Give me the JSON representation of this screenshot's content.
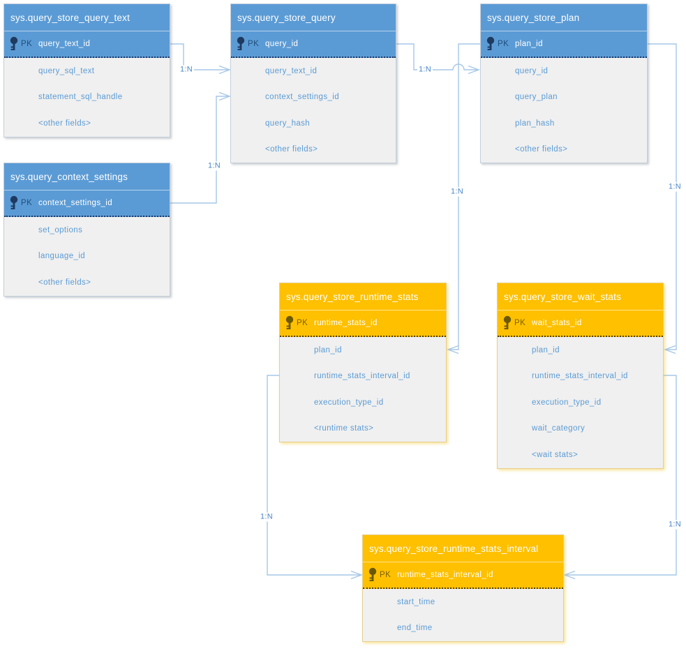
{
  "entities": [
    {
      "title": "sys.query_store_query_text",
      "theme": "blue",
      "pk": {
        "badge": "PK",
        "field": "query_text_id"
      },
      "fields": [
        "query_sql_text",
        "statement_sql_handle",
        "<other fields>"
      ]
    },
    {
      "title": "sys.query_store_query",
      "theme": "blue",
      "pk": {
        "badge": "PK",
        "field": "query_id"
      },
      "fields": [
        "query_text_id",
        "context_settings_id",
        "query_hash",
        "<other fields>"
      ]
    },
    {
      "title": "sys.query_store_plan",
      "theme": "blue",
      "pk": {
        "badge": "PK",
        "field": "plan_id"
      },
      "fields": [
        "query_id",
        "query_plan",
        "plan_hash",
        "<other fields>"
      ]
    },
    {
      "title": "sys.query_context_settings",
      "theme": "blue",
      "pk": {
        "badge": "PK",
        "field": "context_settings_id"
      },
      "fields": [
        "set_options",
        "language_id",
        "<other fields>"
      ]
    },
    {
      "title": "sys.query_store_runtime_stats",
      "theme": "orange",
      "pk": {
        "badge": "PK",
        "field": "runtime_stats_id"
      },
      "fields": [
        "plan_id",
        "runtime_stats_interval_id",
        "execution_type_id",
        "<runtime stats>"
      ]
    },
    {
      "title": "sys.query_store_wait_stats",
      "theme": "orange",
      "pk": {
        "badge": "PK",
        "field": "wait_stats_id"
      },
      "fields": [
        "plan_id",
        "runtime_stats_interval_id",
        "execution_type_id",
        "wait_category",
        "<wait stats>"
      ]
    },
    {
      "title": "sys.query_store_runtime_stats_interval",
      "theme": "orange",
      "pk": {
        "badge": "PK",
        "field": "runtime_stats_interval_id"
      },
      "fields": [
        "start_time",
        "end_time"
      ]
    }
  ],
  "relationships": [
    {
      "label": "1:N",
      "from": "sys.query_store_query_text.query_text_id",
      "to": "sys.query_store_query.query_text_id"
    },
    {
      "label": "1:N",
      "from": "sys.query_context_settings.context_settings_id",
      "to": "sys.query_store_query.context_settings_id"
    },
    {
      "label": "1:N",
      "from": "sys.query_store_query.query_id",
      "to": "sys.query_store_plan.query_id"
    },
    {
      "label": "1:N",
      "from": "sys.query_store_plan.plan_id",
      "to": "sys.query_store_runtime_stats.plan_id"
    },
    {
      "label": "1:N",
      "from": "sys.query_store_plan.plan_id",
      "to": "sys.query_store_wait_stats.plan_id"
    },
    {
      "label": "1:N",
      "from": "sys.query_store_runtime_stats.runtime_stats_interval_id",
      "to": "sys.query_store_runtime_stats_interval.runtime_stats_interval_id"
    },
    {
      "label": "1:N",
      "from": "sys.query_store_wait_stats.runtime_stats_interval_id",
      "to": "sys.query_store_runtime_stats_interval.runtime_stats_interval_id"
    }
  ],
  "colors": {
    "blue_header": "#5B9BD5",
    "orange_header": "#FFC000",
    "body_background": "#F0F0F0",
    "field_text": "#5B9BD5",
    "connector_line": "#A6C7E7",
    "label_text": "#4A86C8"
  }
}
